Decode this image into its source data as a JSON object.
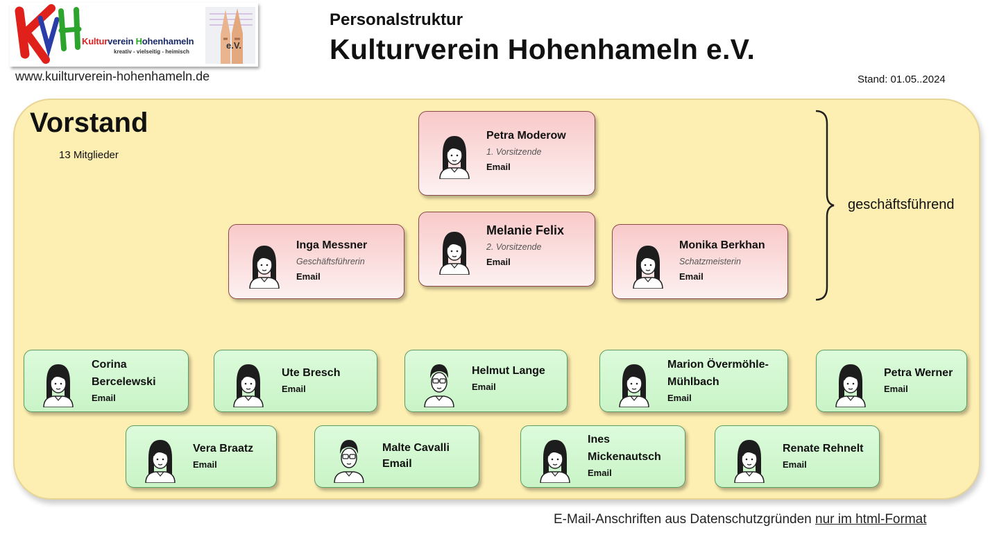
{
  "header": {
    "logo": {
      "name_prefix": "Kultur",
      "name_middle": "verein ",
      "name_letter": "H",
      "name_rest": "ohenhameln",
      "tagline": "kreativ - vielseitig - heimisch",
      "suffix": "e.V."
    },
    "website": "www.kuilturverein-hohenhameln.de",
    "subtitle": "Personalstruktur",
    "title": "Kulturverein Hohenhameln e.V.",
    "date": "Stand: 01.05..2024"
  },
  "board": {
    "title": "Vorstand",
    "member_count": "13 Mitglieder",
    "executive_label": "geschäftsführend",
    "executive": [
      {
        "name": "Petra Moderow",
        "role": "1. Vorsitzende",
        "email": "Email",
        "avatar": "female-avatar-icon"
      },
      {
        "name": "Melanie Felix",
        "role": "2. Vorsitzende",
        "email": "Email",
        "avatar": "female-avatar-icon"
      },
      {
        "name": "Inga Messner",
        "role": "Geschäftsführerin",
        "email": "Email",
        "avatar": "female-avatar-icon"
      },
      {
        "name": "Monika Berkhan",
        "role": "Schatzmeisterin",
        "email": "Email",
        "avatar": "female-avatar-icon"
      }
    ],
    "members": [
      {
        "name_line1": "Corina",
        "name_line2": "Bercelewski",
        "email": "Email",
        "avatar": "female-avatar-icon"
      },
      {
        "name": "Ute Bresch",
        "email": "Email",
        "avatar": "female-avatar-icon"
      },
      {
        "name": "Helmut Lange",
        "email": "Email",
        "avatar": "male-avatar-icon"
      },
      {
        "name_line1": "Marion Övermöhle-",
        "name_line2": "Mühlbach",
        "email": "Email",
        "avatar": "female-avatar-icon"
      },
      {
        "name": "Petra Werner",
        "email": "Email",
        "avatar": "female-avatar-icon"
      },
      {
        "name": "Vera Braatz",
        "email": "Email",
        "avatar": "female-avatar-icon"
      },
      {
        "name": "Malte Cavalli",
        "email": "Email",
        "avatar": "male-avatar-icon"
      },
      {
        "name_line1": "Ines",
        "name_line2": "Mickenautsch",
        "email": "Email",
        "avatar": "female-avatar-icon"
      },
      {
        "name": "Renate Rehnelt",
        "email": "Email",
        "avatar": "female-avatar-icon"
      }
    ]
  },
  "footer": {
    "text": "E-Mail-Anschriften aus Datenschutzgründen ",
    "link": "nur im html-Format"
  },
  "colors": {
    "panel": "#fdeeb1",
    "executive_card": "#f9c9c9",
    "member_card": "#d6f8d4"
  }
}
